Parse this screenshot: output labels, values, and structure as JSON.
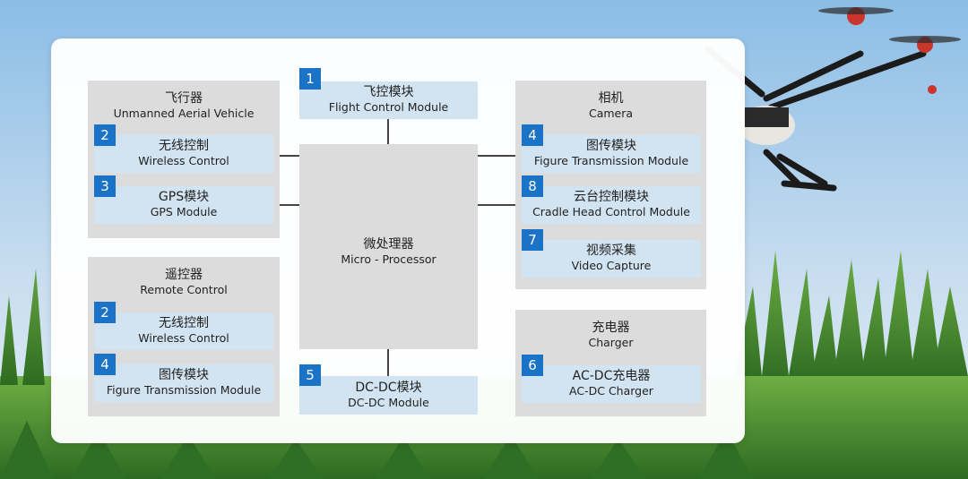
{
  "modules": {
    "flight_control": {
      "num": "1",
      "cn": "飞控模块",
      "en": "Flight Control Module"
    },
    "uav": {
      "cn": "飞行器",
      "en": "Unmanned Aerial Vehicle"
    },
    "uav_wireless": {
      "num": "2",
      "cn": "无线控制",
      "en": "Wireless Control"
    },
    "uav_gps": {
      "num": "3",
      "cn": "GPS模块",
      "en": "GPS Module"
    },
    "remote": {
      "cn": "遥控器",
      "en": "Remote Control"
    },
    "remote_wireless": {
      "num": "2",
      "cn": "无线控制",
      "en": "Wireless Control"
    },
    "remote_figure": {
      "num": "4",
      "cn": "图传模块",
      "en": "Figure Transmission Module"
    },
    "processor": {
      "cn": "微处理器",
      "en": "Micro - Processor"
    },
    "dcdc": {
      "num": "5",
      "cn": "DC-DC模块",
      "en": "DC-DC Module"
    },
    "camera": {
      "cn": "相机",
      "en": "Camera"
    },
    "camera_figure": {
      "num": "4",
      "cn": "图传模块",
      "en": "Figure Transmission Module"
    },
    "camera_cradle": {
      "num": "8",
      "cn": "云台控制模块",
      "en": "Cradle Head Control Module"
    },
    "camera_video": {
      "num": "7",
      "cn": "视频采集",
      "en": "Video Capture"
    },
    "charger": {
      "cn": "充电器",
      "en": "Charger"
    },
    "charger_acdc": {
      "num": "6",
      "cn": "AC-DC充电器",
      "en": "AC-DC Charger"
    }
  },
  "colors": {
    "accent": "#1a73c6",
    "module_bg": "#d2e4f1",
    "group_bg": "#dcdcdc",
    "sky_top": "#8fc0e8",
    "grass": "#3f8a2e"
  }
}
